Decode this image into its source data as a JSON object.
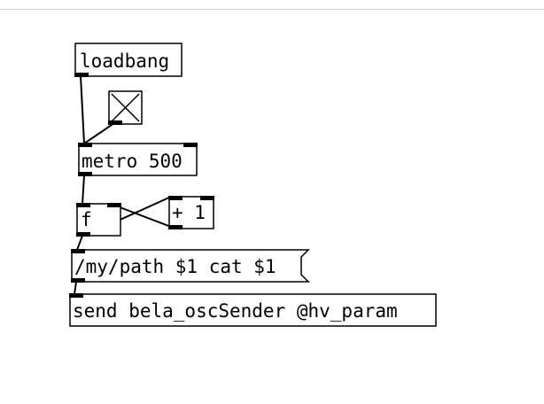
{
  "patch": {
    "objects": {
      "loadbang": "loadbang",
      "metro": "metro 500",
      "float": "f",
      "plus": "+ 1",
      "send": "send bela_oscSender @hv_param"
    },
    "messages": {
      "path": "/my/path $1 cat $1"
    },
    "toggle": {
      "state": "on"
    }
  }
}
